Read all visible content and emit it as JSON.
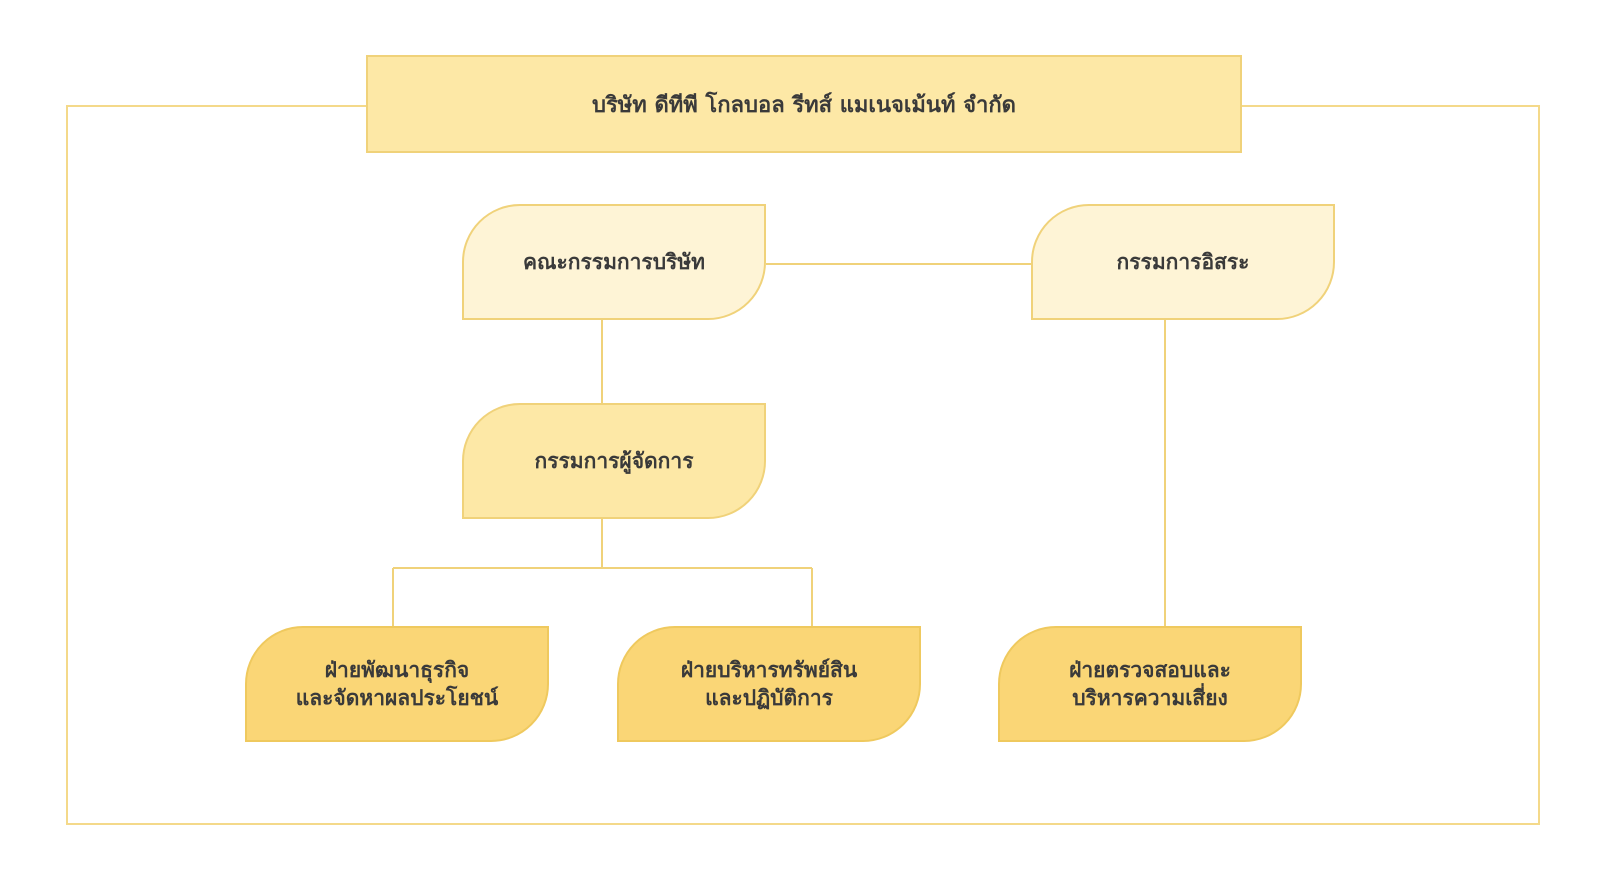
{
  "header": {
    "company_name": "บริษัท ดีทีพี โกลบอล รีทส์ แมเนจเม้นท์ จำกัด"
  },
  "nodes": {
    "board": {
      "label": "คณะกรรมการบริษัท"
    },
    "independent": {
      "label": "กรรมการอิสระ"
    },
    "managing_director": {
      "label": "กรรมการผู้จัดการ"
    },
    "business_dev": {
      "line1": "ฝ่ายพัฒนาธุรกิจ",
      "line2": "และจัดหาผลประโยชน์"
    },
    "asset_mgmt": {
      "line1": "ฝ่ายบริหารทรัพย์สิน",
      "line2": "และปฏิบัติการ"
    },
    "audit_risk": {
      "line1": "ฝ่ายตรวจสอบและ",
      "line2": "บริหารความเสี่ยง"
    }
  },
  "colors": {
    "border": "#f0d27a",
    "level1_fill": "#fef4d6",
    "level2_fill": "#fde8a6",
    "level3_fill": "#fad676",
    "text": "#3a3a3a"
  }
}
